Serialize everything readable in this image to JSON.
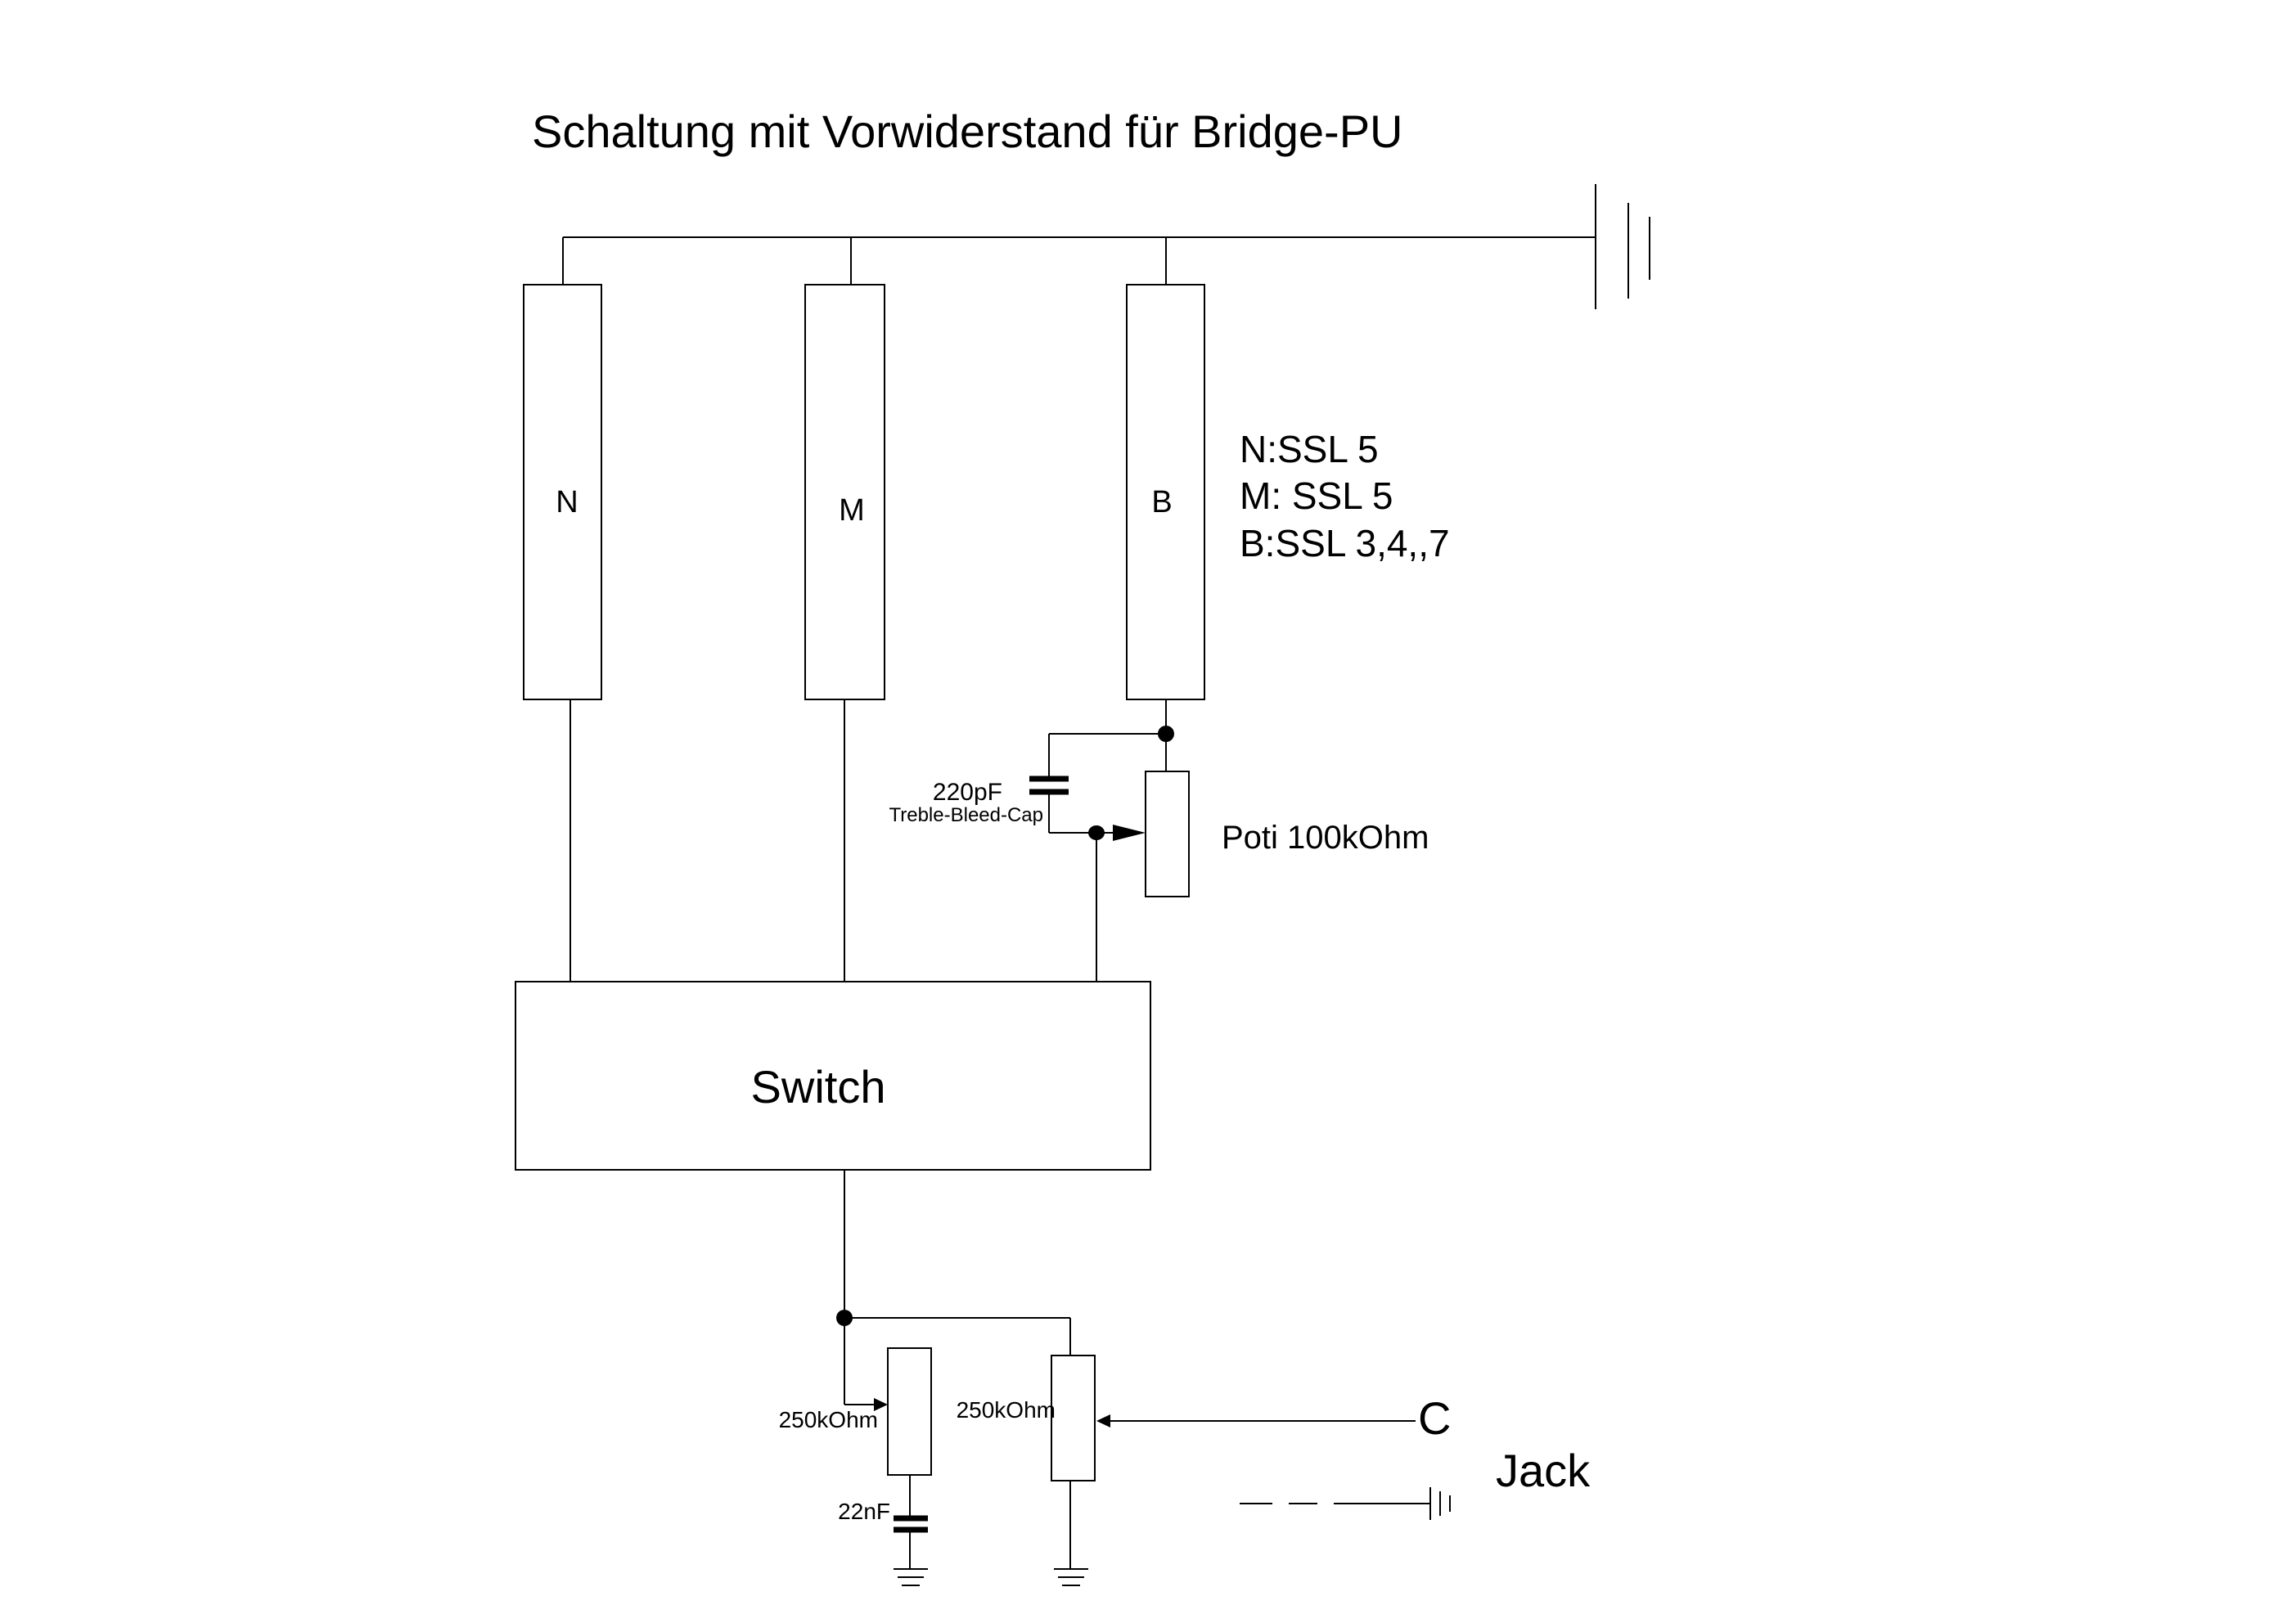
{
  "title": "Schaltung mit Vorwiderstand für Bridge-PU",
  "pickups": {
    "neck": "N",
    "middle": "M",
    "bridge": "B"
  },
  "pickup_models": [
    "N:SSL 5",
    "M: SSL 5",
    "B:SSL 3,4,,7"
  ],
  "treble_bleed": {
    "value": "220pF",
    "name": "Treble-Bleed-Cap"
  },
  "series_pot": "Poti 100kOhm",
  "switch": "Switch",
  "tone_pot": "250kOhm",
  "tone_cap": "22nF",
  "volume_pot": "250kOhm",
  "jack": {
    "tip": "C",
    "label": "Jack"
  }
}
